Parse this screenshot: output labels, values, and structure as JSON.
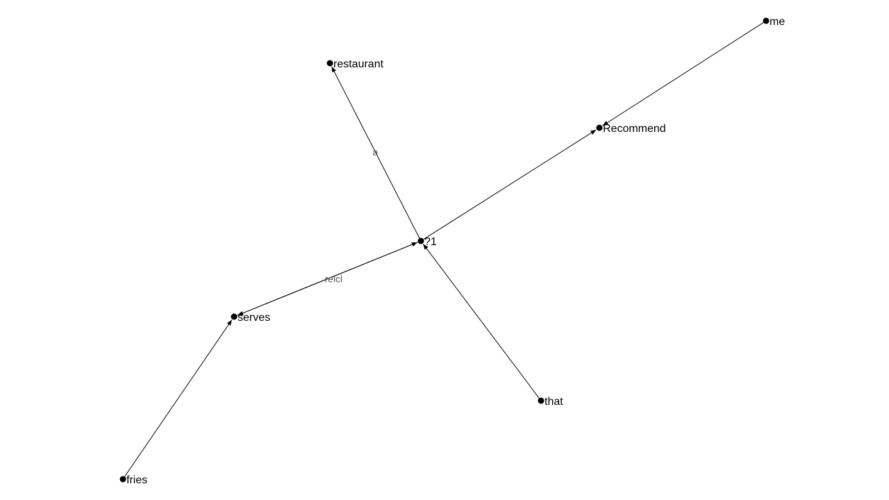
{
  "graph": {
    "nodes": [
      {
        "id": "me",
        "label": "me"
      },
      {
        "id": "restaurant",
        "label": "restaurant"
      },
      {
        "id": "recommend",
        "label": "Recommend"
      },
      {
        "id": "q1",
        "label": "?1"
      },
      {
        "id": "serves",
        "label": "serves"
      },
      {
        "id": "that",
        "label": "that"
      },
      {
        "id": "fries",
        "label": "fries"
      }
    ],
    "edges": [
      {
        "from": "me",
        "to": "recommend",
        "label": ""
      },
      {
        "from": "q1",
        "to": "recommend",
        "label": ""
      },
      {
        "from": "q1",
        "to": "restaurant",
        "label": "a"
      },
      {
        "from": "q1",
        "to": "serves",
        "label": "relcl"
      },
      {
        "from": "serves",
        "to": "q1",
        "label": ""
      },
      {
        "from": "that",
        "to": "q1",
        "label": ""
      },
      {
        "from": "fries",
        "to": "serves",
        "label": ""
      }
    ]
  }
}
